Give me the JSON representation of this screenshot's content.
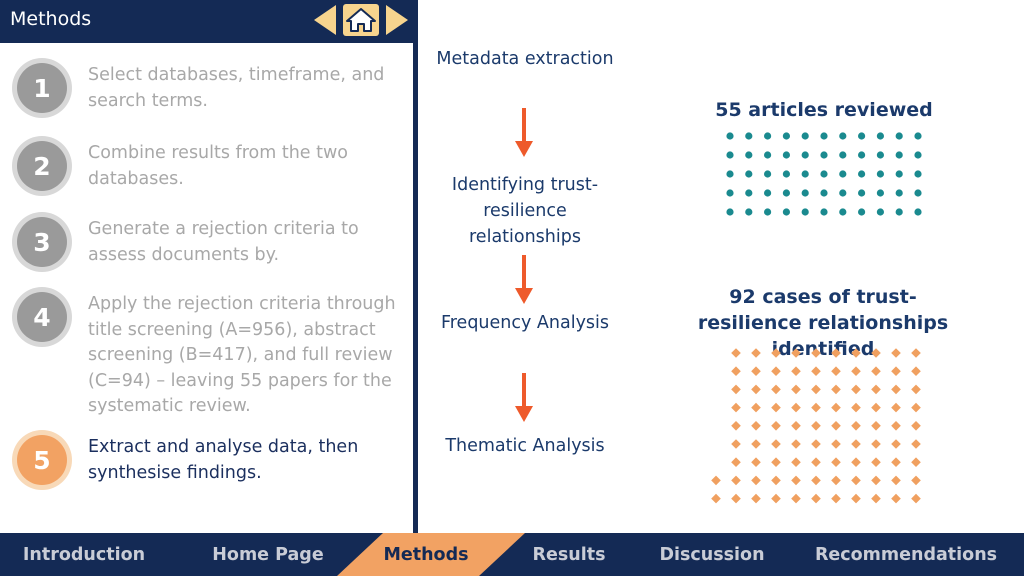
{
  "panel": {
    "title": "Methods",
    "icons": [
      "previous-arrow-icon",
      "home-icon",
      "next-arrow-icon"
    ]
  },
  "steps": [
    {
      "number": "1",
      "text": "Select databases, timeframe, and search terms.",
      "active": false
    },
    {
      "number": "2",
      "text": "Combine results from the two databases.",
      "active": false
    },
    {
      "number": "3",
      "text": "Generate a rejection criteria to assess documents by.",
      "active": false
    },
    {
      "number": "4",
      "text": "Apply the rejection criteria through title screening (A=956), abstract screening (B=417), and full review (C=94) – leaving 55 papers for the systematic review.",
      "active": false
    },
    {
      "number": "5",
      "text": "Extract and analyse data, then synthesise findings.",
      "active": true
    }
  ],
  "flow": [
    "Metadata extraction",
    "Identifying trust-resilience relationships",
    "Frequency Analysis",
    "Thematic Analysis"
  ],
  "stats": {
    "articles": {
      "label": "55 articles reviewed",
      "count": 55
    },
    "cases": {
      "label": "92 cases of trust-resilience relationships identified",
      "count": 92
    }
  },
  "bottom_nav": {
    "tabs": [
      "Introduction",
      "Home Page",
      "Methods",
      "Results",
      "Discussion",
      "Recommendations"
    ],
    "active": "Methods"
  },
  "colors": {
    "navy": "#142A55",
    "accent_orange": "#F2A263",
    "flow_arrow": "#EE5A2B",
    "teal_dot": "#1A8A8F",
    "orange_dot": "#F0A060",
    "inactive_step": "#9A9A9A"
  }
}
